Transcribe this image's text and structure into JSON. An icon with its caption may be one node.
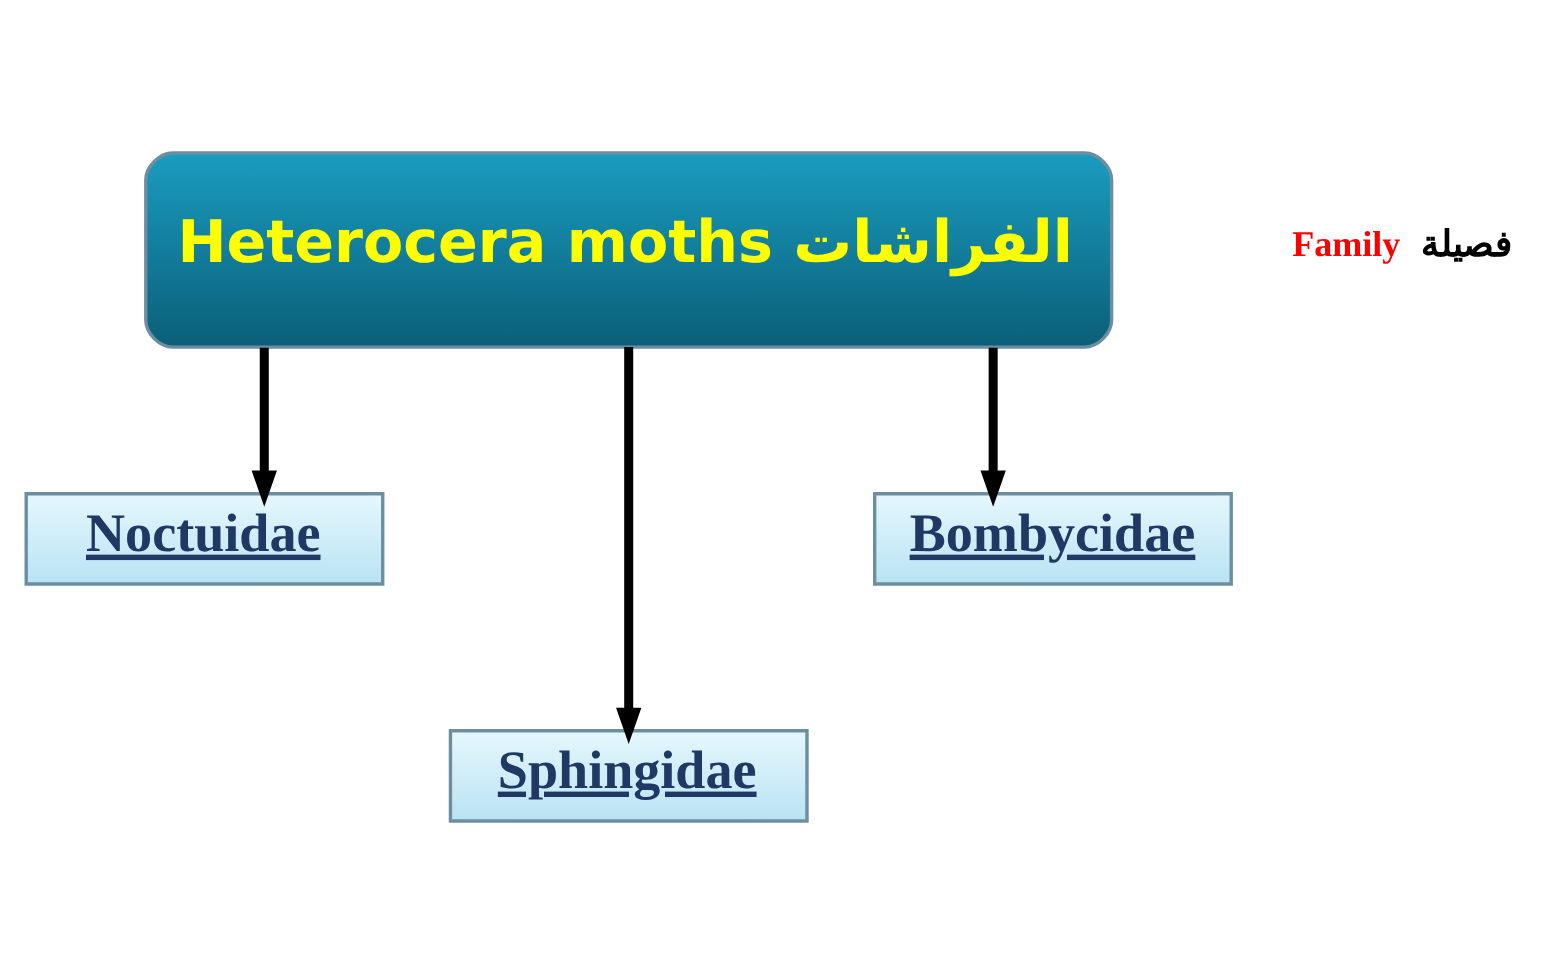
{
  "diagram": {
    "nodes": [
      {
        "text": [
          "Heterocera moths الفراشات"
        ]
      },
      {
        "text": [
          "Noctuidae"
        ]
      },
      {
        "text": [
          "Sphingidae"
        ]
      },
      {
        "text": [
          "Bombycidae"
        ]
      }
    ],
    "edges": [
      {
        "from": 0,
        "to": 1,
        "arrow": "to"
      },
      {
        "from": 0,
        "to": 2,
        "arrow": "to"
      },
      {
        "from": 0,
        "to": 3,
        "arrow": "to"
      }
    ],
    "labels": [
      "Family",
      "فصيلة"
    ]
  }
}
